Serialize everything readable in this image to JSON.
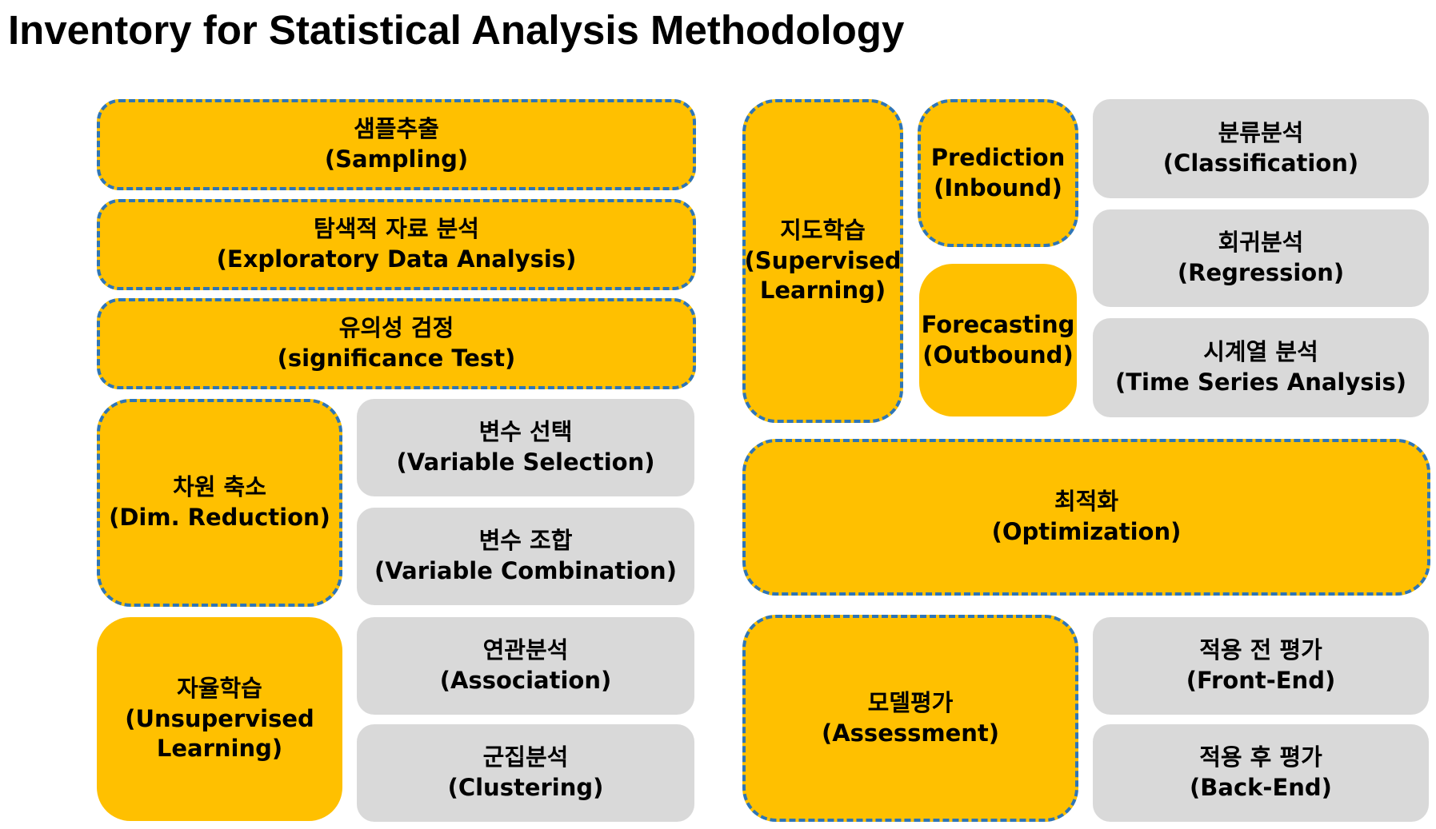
{
  "title": "Inventory for Statistical Analysis Methodology",
  "colors": {
    "yellow": "#FFC000",
    "gray": "#D9D9D9",
    "dash": "#2E75B6"
  },
  "left": {
    "sampling": {
      "ko": "샘플추출",
      "en": "(Sampling)"
    },
    "eda": {
      "ko": "탐색적 자료 분석",
      "en": "(Exploratory Data Analysis)"
    },
    "significance": {
      "ko": "유의성 검정",
      "en": "(significance Test)"
    },
    "dim_reduction": {
      "ko": "차원 축소",
      "en": "(Dim. Reduction)"
    },
    "var_selection": {
      "ko": "변수 선택",
      "en": "(Variable Selection)"
    },
    "var_combination": {
      "ko": "변수 조합",
      "en": "(Variable Combination)"
    },
    "unsupervised": {
      "ko": "자율학습",
      "en1": "(Unsupervised",
      "en2": "Learning)"
    },
    "association": {
      "ko": "연관분석",
      "en": "(Association)"
    },
    "clustering": {
      "ko": "군집분석",
      "en": "(Clustering)"
    }
  },
  "right": {
    "supervised": {
      "ko": "지도학습",
      "en1": "(Supervised",
      "en2": "Learning)"
    },
    "prediction": {
      "line1": "Prediction",
      "line2": "(Inbound)"
    },
    "forecasting": {
      "line1": "Forecasting",
      "line2": "(Outbound)"
    },
    "classification": {
      "ko": "분류분석",
      "en": "(Classification)"
    },
    "regression": {
      "ko": "회귀분석",
      "en": "(Regression)"
    },
    "time_series": {
      "ko": "시계열 분석",
      "en": "(Time Series Analysis)"
    },
    "optimization": {
      "ko": "최적화",
      "en": "(Optimization)"
    },
    "assessment": {
      "ko": "모델평가",
      "en": "(Assessment)"
    },
    "front_end": {
      "ko": "적용 전 평가",
      "en": "(Front-End)"
    },
    "back_end": {
      "ko": "적용 후 평가",
      "en": "(Back-End)"
    }
  }
}
